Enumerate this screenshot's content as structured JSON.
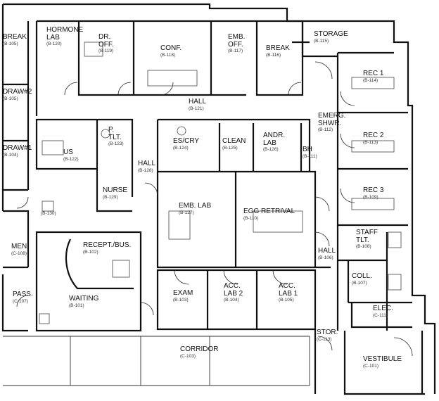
{
  "rooms": {
    "break_left": {
      "name": "BREAK",
      "code": "(B-105)"
    },
    "draw2": {
      "name": "DRAW#2",
      "code": "(B-105)"
    },
    "draw1": {
      "name": "DRAW#1",
      "code": "(B-104)"
    },
    "hormone_lab": {
      "name": "HORMONE LAB",
      "code": "(B-120)"
    },
    "dr_off": {
      "name": "DR. OFF.",
      "code": "(B-119)"
    },
    "conf": {
      "name": "CONF.",
      "code": "(B-118)"
    },
    "emb_off": {
      "name": "EMB. OFF.",
      "code": "(B-117)"
    },
    "break": {
      "name": "BREAK",
      "code": "(B-116)"
    },
    "storage": {
      "name": "STORAGE",
      "code": "(B-115)"
    },
    "rec1": {
      "name": "REC 1",
      "code": "(B-114)"
    },
    "hall_top": {
      "name": "HALL",
      "code": "(B-121)"
    },
    "emerg": {
      "name": "EMERG. SHWR.",
      "code": "(B-112)"
    },
    "rec2": {
      "name": "REC 2",
      "code": "(B-113)"
    },
    "p_tlt": {
      "name": "P. TLT.",
      "code": "(B-123)"
    },
    "us": {
      "name": "US",
      "code": "(B-122)"
    },
    "hall_mid": {
      "name": "HALL",
      "code": "(B-128)"
    },
    "es_cry": {
      "name": "ES/CRY",
      "code": "(B-124)"
    },
    "clean": {
      "name": "CLEAN",
      "code": "(B-125)"
    },
    "andr_lab": {
      "name": "ANDR. LAB",
      "code": "(B-126)"
    },
    "bh": {
      "name": "BH",
      "code": "(B-111)"
    },
    "rec3": {
      "name": "REC 3",
      "code": "(B-109)"
    },
    "nurse": {
      "name": "NURSE",
      "code": "(B-129)"
    },
    "b130": {
      "name": "",
      "code": "(B-130)"
    },
    "emb_lab": {
      "name": "EMB. LAB",
      "code": "(B-127)"
    },
    "egg": {
      "name": "EGG RETRIVAL",
      "code": "(B-110)"
    },
    "staff_tlt": {
      "name": "STAFF TLT.",
      "code": "(B-108)"
    },
    "men": {
      "name": "MEN",
      "code": "(C-108)"
    },
    "recept": {
      "name": "RECEPT./BUS.",
      "code": "(B-102)"
    },
    "hall_right": {
      "name": "HALL",
      "code": "(B-106)"
    },
    "coll": {
      "name": "COLL.",
      "code": "(B-107)"
    },
    "pass": {
      "name": "PASS.",
      "code": "(C-107)"
    },
    "waiting": {
      "name": "WAITING",
      "code": "(B-101)"
    },
    "exam": {
      "name": "EXAM",
      "code": "(B-103)"
    },
    "acc2": {
      "name": "ACC. LAB 2",
      "code": "(B-104)"
    },
    "acc1": {
      "name": "ACC. LAB 1",
      "code": "(B-105)"
    },
    "elec": {
      "name": "ELEC.",
      "code": "(C-111)"
    },
    "stor": {
      "name": "STOR.",
      "code": "(C-113)"
    },
    "corridor": {
      "name": "CORRIDOR",
      "code": "(C-103)"
    },
    "vestibule": {
      "name": "VESTIBULE",
      "code": "(C-101)"
    }
  }
}
